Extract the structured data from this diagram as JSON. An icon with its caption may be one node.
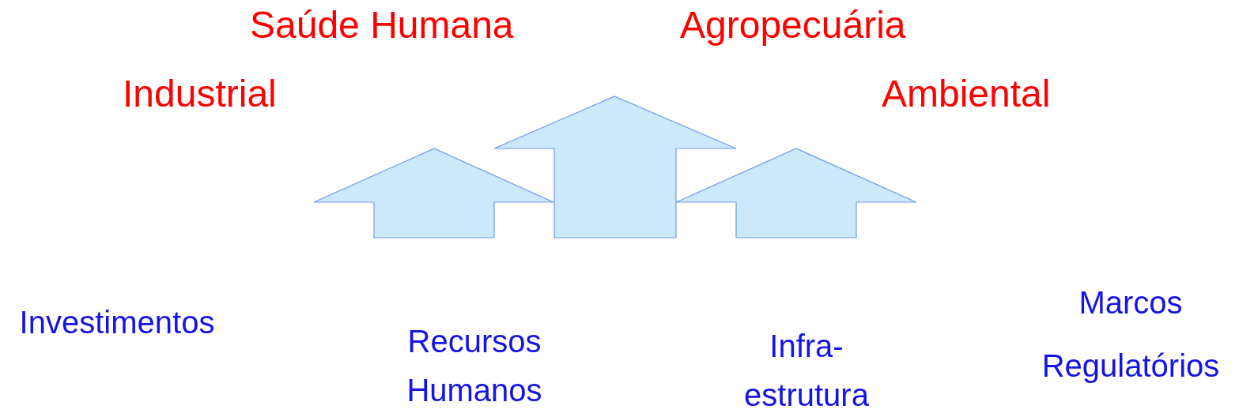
{
  "diagram": {
    "labels": [
      "Saúde Humana",
      "Agropecuária",
      "Industrial",
      "Ambiental",
      "Marcos Regulatórios",
      "Investimentos",
      "Recursos Humanos",
      "Infra- estrutura"
    ]
  }
}
